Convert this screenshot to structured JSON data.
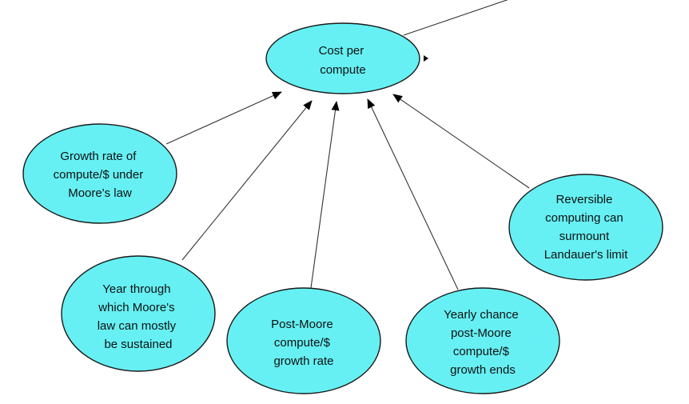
{
  "diagram": {
    "nodes": [
      {
        "id": "cost",
        "lines": [
          "Cost per",
          "compute"
        ]
      },
      {
        "id": "growth",
        "lines": [
          "Growth rate of",
          "compute/$ under",
          "Moore's law"
        ]
      },
      {
        "id": "year",
        "lines": [
          "Year through",
          "which Moore's",
          "law can mostly",
          "be sustained"
        ]
      },
      {
        "id": "postmoore",
        "lines": [
          "Post-Moore",
          "compute/$",
          "growth rate"
        ]
      },
      {
        "id": "yearly",
        "lines": [
          "Yearly chance",
          "post-Moore",
          "compute/$",
          "growth ends"
        ]
      },
      {
        "id": "reversible",
        "lines": [
          "Reversible",
          "computing can",
          "surmount",
          "Landauer's limit"
        ]
      }
    ],
    "edges": [
      {
        "from": "growth",
        "to": "cost"
      },
      {
        "from": "year",
        "to": "cost"
      },
      {
        "from": "postmoore",
        "to": "cost"
      },
      {
        "from": "yearly",
        "to": "cost"
      },
      {
        "from": "reversible",
        "to": "cost"
      },
      {
        "from": "cost",
        "to": "offscreen"
      }
    ],
    "colors": {
      "node_fill": "#66f0f3",
      "node_stroke": "#1a1a1a",
      "edge": "#333333"
    }
  }
}
